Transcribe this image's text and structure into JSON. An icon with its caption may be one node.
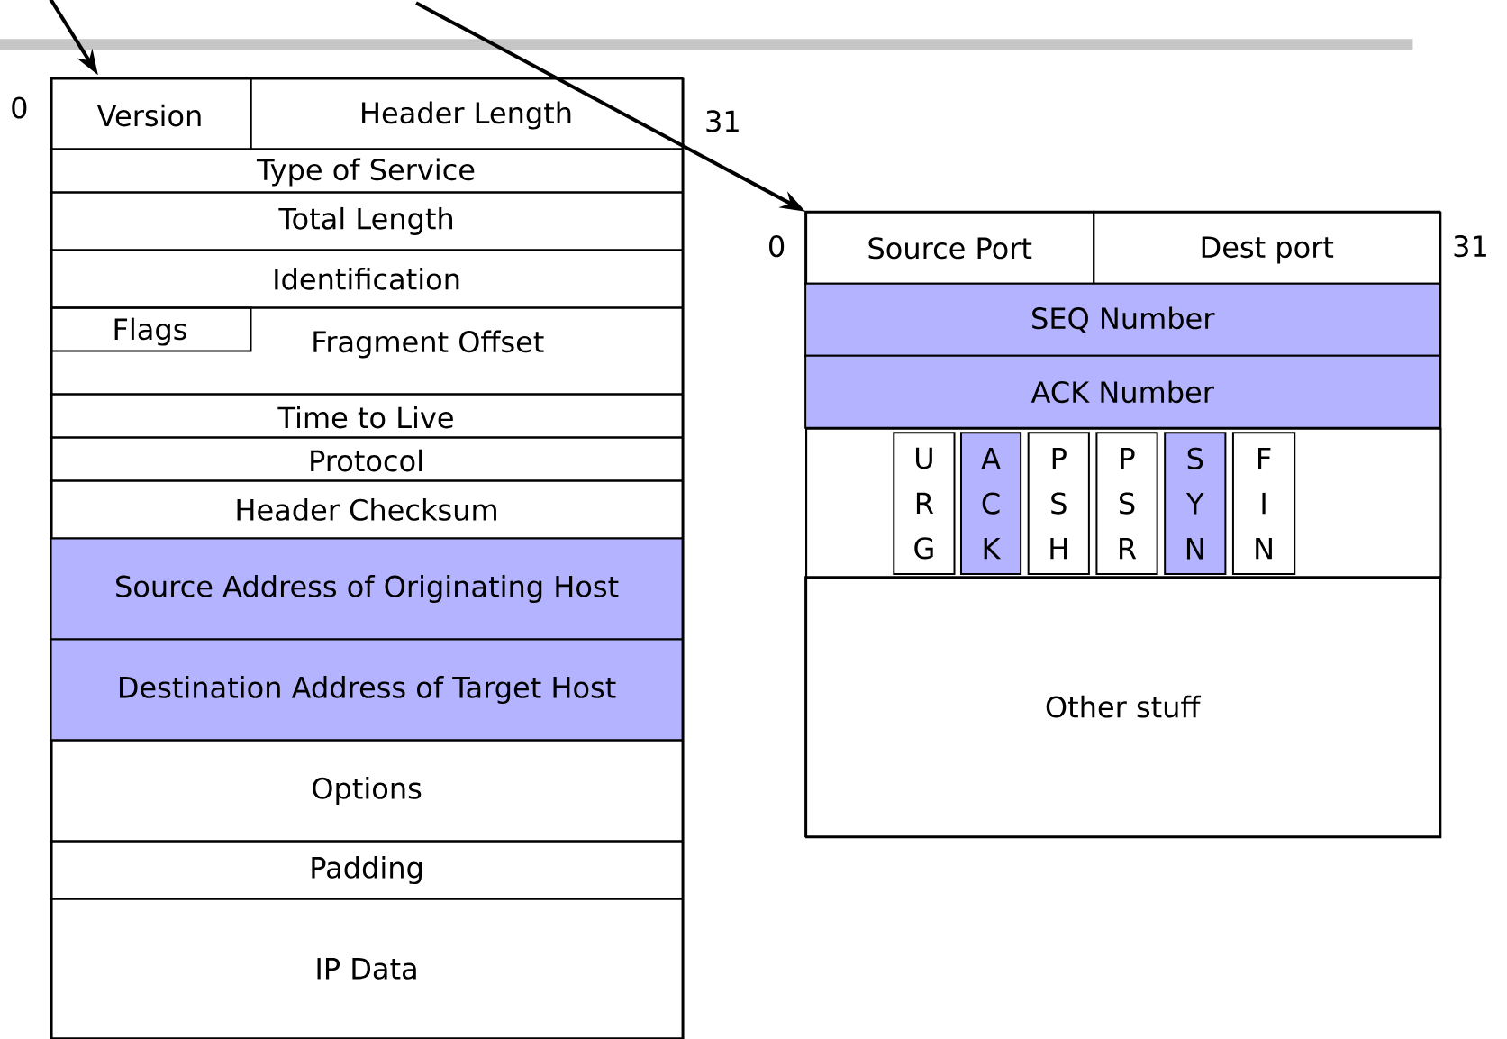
{
  "diagram": {
    "nodes": [
      {
        "text": [],
        "shape": "box",
        "beside": [
          "0",
          "31"
        ]
      },
      {
        "text": [
          "Version"
        ],
        "in": 0
      },
      {
        "text": [
          "Header Length"
        ],
        "in": 0
      },
      {
        "text": [
          "Type of Service"
        ],
        "in": 0
      },
      {
        "text": [
          "Total Length"
        ],
        "in": 0
      },
      {
        "text": [
          "Identification"
        ],
        "in": 0
      },
      {
        "text": [
          "Fragment Offset"
        ],
        "in": 0
      },
      {
        "text": [
          "Flags"
        ],
        "in": 6
      },
      {
        "text": [
          "Time to Live"
        ],
        "in": 0
      },
      {
        "text": [
          "Protocol"
        ],
        "in": 0
      },
      {
        "text": [
          "Header Checksum"
        ],
        "in": 0
      },
      {
        "text": [
          "Source Address of Originating Host"
        ],
        "in": 0
      },
      {
        "text": [
          "Destination Address of Target Host"
        ],
        "in": 0
      },
      {
        "text": [
          "Options"
        ],
        "in": 0
      },
      {
        "text": [
          "Padding"
        ],
        "in": 0
      },
      {
        "text": [
          "IP Data"
        ],
        "in": 0
      },
      {
        "text": [],
        "shape": "box",
        "beside": [
          "0",
          "31"
        ]
      },
      {
        "text": [
          "Source Port"
        ],
        "in": 16
      },
      {
        "text": [
          "Dest port"
        ],
        "in": 16
      },
      {
        "text": [
          "SEQ Number"
        ],
        "in": 16
      },
      {
        "text": [
          "ACK Number"
        ],
        "in": 16
      },
      {
        "text": [],
        "shape": "box",
        "in": 16
      },
      {
        "text": [
          "U R G"
        ],
        "in": 21
      },
      {
        "text": [
          "A C K"
        ],
        "in": 21
      },
      {
        "text": [
          "P S H"
        ],
        "in": 21
      },
      {
        "text": [
          "P S R"
        ],
        "in": 21
      },
      {
        "text": [
          "S Y N"
        ],
        "in": 21
      },
      {
        "text": [
          "F I N"
        ],
        "in": 21
      },
      {
        "text": [
          "Other stuff"
        ],
        "in": 16
      }
    ],
    "edges": [
      {
        "from": null,
        "to": 0,
        "arrow": "to"
      },
      {
        "from": null,
        "to": 16,
        "arrow": "to"
      }
    ]
  }
}
